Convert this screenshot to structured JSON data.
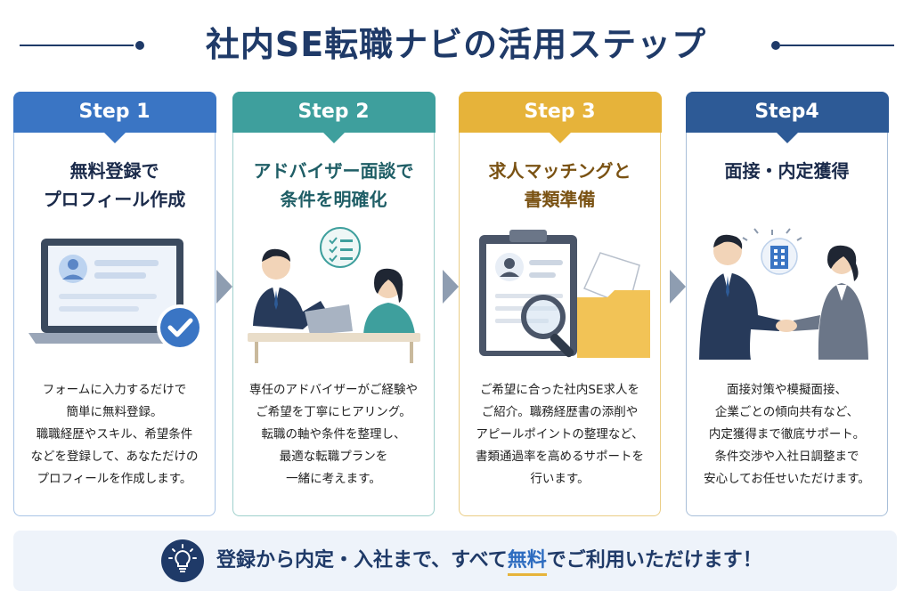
{
  "title": "社内SE転職ナビの活用ステップ",
  "steps": [
    {
      "label": "Step 1",
      "heading": "無料登録で\nプロフィール作成",
      "description": "フォームに入力するだけで\n簡単に無料登録。\n職職経歴やスキル、希望条件\nなどを登録して、あなただけの\nプロフィールを作成します。",
      "illustration": "laptop-profile-check-icon",
      "color": "#3a75c4"
    },
    {
      "label": "Step 2",
      "heading": "アドバイザー面談で\n条件を明確化",
      "description": "専任のアドバイザーがご経験や\nご希望を丁寧にヒアリング。\n転職の軸や条件を整理し、\n最適な転職プランを\n一緒に考えます。",
      "illustration": "advisor-meeting-icon",
      "color": "#3e9f9d"
    },
    {
      "label": "Step 3",
      "heading": "求人マッチングと\n書類準備",
      "description": "ご希望に合った社内SE求人を\nご紹介。職務経歴書の添削や\nアピールポイントの整理など、\n書類通過率を高めるサポートを\n行います。",
      "illustration": "clipboard-magnifier-folder-icon",
      "color": "#e6b33a"
    },
    {
      "label": "Step4",
      "heading": "面接・内定獲得",
      "description": "面接対策や模擬面接、\n企業ごとの傾向共有など、\n内定獲得まで徹底サポート。\n条件交渉や入社日調整まで\n安心してお任せいただけます。",
      "illustration": "handshake-building-icon",
      "color": "#2d5a96"
    }
  ],
  "footer": {
    "before": "登録から内定・入社まで、すべて",
    "highlight": "無料",
    "after": "でご利用いただけます！",
    "icon": "lightbulb-icon"
  }
}
